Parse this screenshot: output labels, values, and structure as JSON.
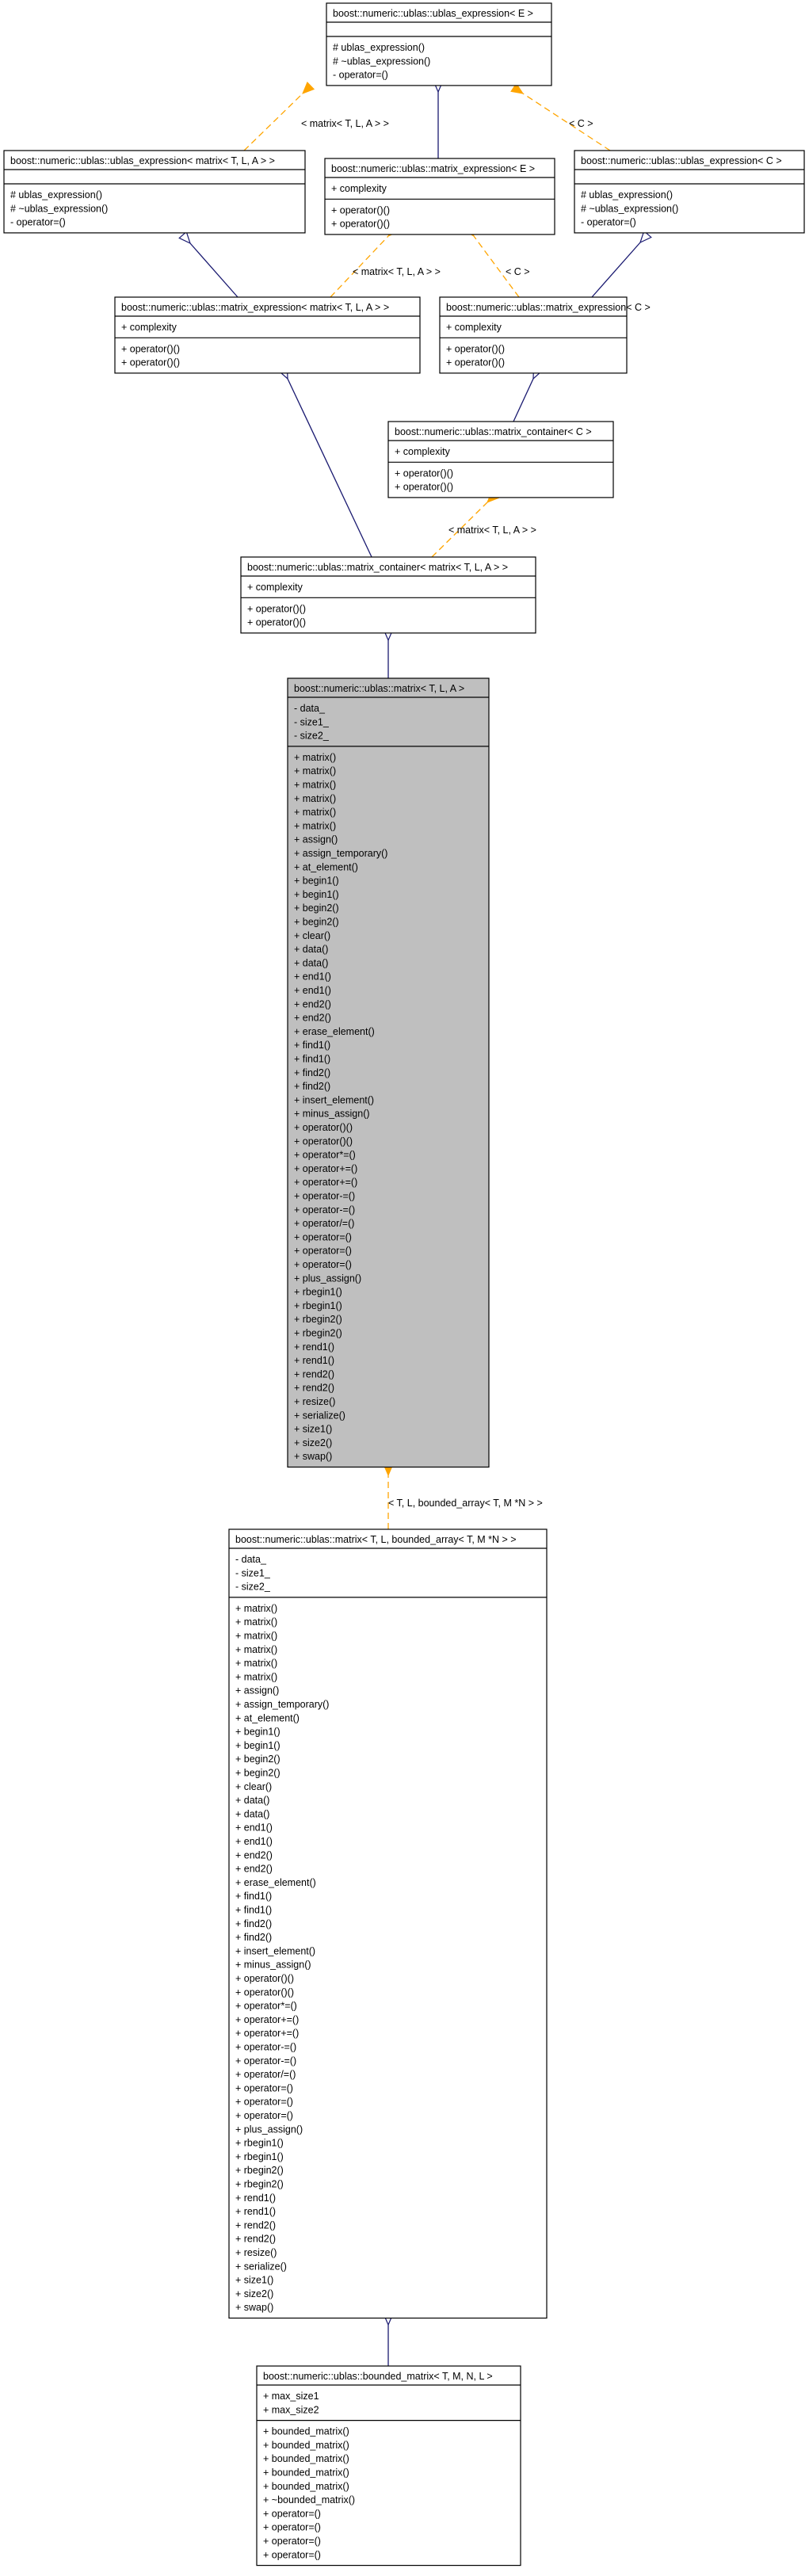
{
  "classes": {
    "ublas_expr_E": {
      "name": "boost::numeric::ublas::ublas_expression< E >",
      "attributes": [],
      "methods": [
        "# ublas_expression()",
        "# ~ublas_expression()",
        "- operator=()"
      ]
    },
    "ublas_expr_M": {
      "name": "boost::numeric::ublas::ublas_expression< matrix< T, L, A > >",
      "attributes": [],
      "methods": [
        "# ublas_expression()",
        "# ~ublas_expression()",
        "- operator=()"
      ]
    },
    "matrix_expr_E": {
      "name": "boost::numeric::ublas::matrix_expression< E >",
      "attributes": [
        "+ complexity"
      ],
      "methods": [
        "+ operator()()",
        "+ operator()()"
      ]
    },
    "ublas_expr_C": {
      "name": "boost::numeric::ublas::ublas_expression< C >",
      "attributes": [],
      "methods": [
        "# ublas_expression()",
        "# ~ublas_expression()",
        "- operator=()"
      ]
    },
    "matrix_expr_M": {
      "name": "boost::numeric::ublas::matrix_expression< matrix< T, L, A > >",
      "attributes": [
        "+ complexity"
      ],
      "methods": [
        "+ operator()()",
        "+ operator()()"
      ]
    },
    "matrix_expr_C": {
      "name": "boost::numeric::ublas::matrix_expression< C >",
      "attributes": [
        "+ complexity"
      ],
      "methods": [
        "+ operator()()",
        "+ operator()()"
      ]
    },
    "matrix_cont_C": {
      "name": "boost::numeric::ublas::matrix_container< C >",
      "attributes": [
        "+ complexity"
      ],
      "methods": [
        "+ operator()()",
        "+ operator()()"
      ]
    },
    "matrix_cont_M": {
      "name": "boost::numeric::ublas::matrix_container< matrix< T, L, A > >",
      "attributes": [
        "+ complexity"
      ],
      "methods": [
        "+ operator()()",
        "+ operator()()"
      ]
    },
    "matrix_TLA": {
      "name": "boost::numeric::ublas::matrix< T, L, A >",
      "attributes": [
        "- data_",
        "- size1_",
        "- size2_"
      ],
      "methods": [
        "+ matrix()",
        "+ matrix()",
        "+ matrix()",
        "+ matrix()",
        "+ matrix()",
        "+ matrix()",
        "+ assign()",
        "+ assign_temporary()",
        "+ at_element()",
        "+ begin1()",
        "+ begin1()",
        "+ begin2()",
        "+ begin2()",
        "+ clear()",
        "+ data()",
        "+ data()",
        "+ end1()",
        "+ end1()",
        "+ end2()",
        "+ end2()",
        "+ erase_element()",
        "+ find1()",
        "+ find1()",
        "+ find2()",
        "+ find2()",
        "+ insert_element()",
        "+ minus_assign()",
        "+ operator()()",
        "+ operator()()",
        "+ operator*=()",
        "+ operator+=()",
        "+ operator+=()",
        "+ operator-=()",
        "+ operator-=()",
        "+ operator/=()",
        "+ operator=()",
        "+ operator=()",
        "+ operator=()",
        "+ plus_assign()",
        "+ rbegin1()",
        "+ rbegin1()",
        "+ rbegin2()",
        "+ rbegin2()",
        "+ rend1()",
        "+ rend1()",
        "+ rend2()",
        "+ rend2()",
        "+ resize()",
        "+ serialize()",
        "+ size1()",
        "+ size2()",
        "+ swap()"
      ]
    },
    "matrix_bounded": {
      "name": "boost::numeric::ublas::matrix< T, L, bounded_array< T, M *N > >",
      "attributes": [
        "- data_",
        "- size1_",
        "- size2_"
      ],
      "methods": [
        "+ matrix()",
        "+ matrix()",
        "+ matrix()",
        "+ matrix()",
        "+ matrix()",
        "+ matrix()",
        "+ assign()",
        "+ assign_temporary()",
        "+ at_element()",
        "+ begin1()",
        "+ begin1()",
        "+ begin2()",
        "+ begin2()",
        "+ clear()",
        "+ data()",
        "+ data()",
        "+ end1()",
        "+ end1()",
        "+ end2()",
        "+ end2()",
        "+ erase_element()",
        "+ find1()",
        "+ find1()",
        "+ find2()",
        "+ find2()",
        "+ insert_element()",
        "+ minus_assign()",
        "+ operator()()",
        "+ operator()()",
        "+ operator*=()",
        "+ operator+=()",
        "+ operator+=()",
        "+ operator-=()",
        "+ operator-=()",
        "+ operator/=()",
        "+ operator=()",
        "+ operator=()",
        "+ operator=()",
        "+ plus_assign()",
        "+ rbegin1()",
        "+ rbegin1()",
        "+ rbegin2()",
        "+ rbegin2()",
        "+ rend1()",
        "+ rend1()",
        "+ rend2()",
        "+ rend2()",
        "+ resize()",
        "+ serialize()",
        "+ size1()",
        "+ size2()",
        "+ swap()"
      ]
    },
    "bounded_matrix": {
      "name": "boost::numeric::ublas::bounded_matrix< T, M, N, L >",
      "attributes": [
        "+ max_size1",
        "+ max_size2"
      ],
      "methods": [
        "+ bounded_matrix()",
        "+ bounded_matrix()",
        "+ bounded_matrix()",
        "+ bounded_matrix()",
        "+ bounded_matrix()",
        "+ ~bounded_matrix()",
        "+ operator=()",
        "+ operator=()",
        "+ operator=()",
        "+ operator=()"
      ]
    }
  },
  "edge_labels": {
    "e_mTLA_expr": "< matrix< T, L, A > >",
    "e_C_expr": "< C >",
    "e_mTLA_mexpr": "< matrix< T, L, A > >",
    "e_C_mexpr": "< C >",
    "e_mTLA_cont": "< matrix< T, L, A > >",
    "e_bounded": "< T, L, bounded_array< T, M *N > >"
  },
  "colors": {
    "inheritance_edge": "#191970",
    "template_edge": "#ffa500",
    "highlight_fill": "#bfbfbf",
    "box_fill": "#ffffff",
    "border": "#000000"
  }
}
